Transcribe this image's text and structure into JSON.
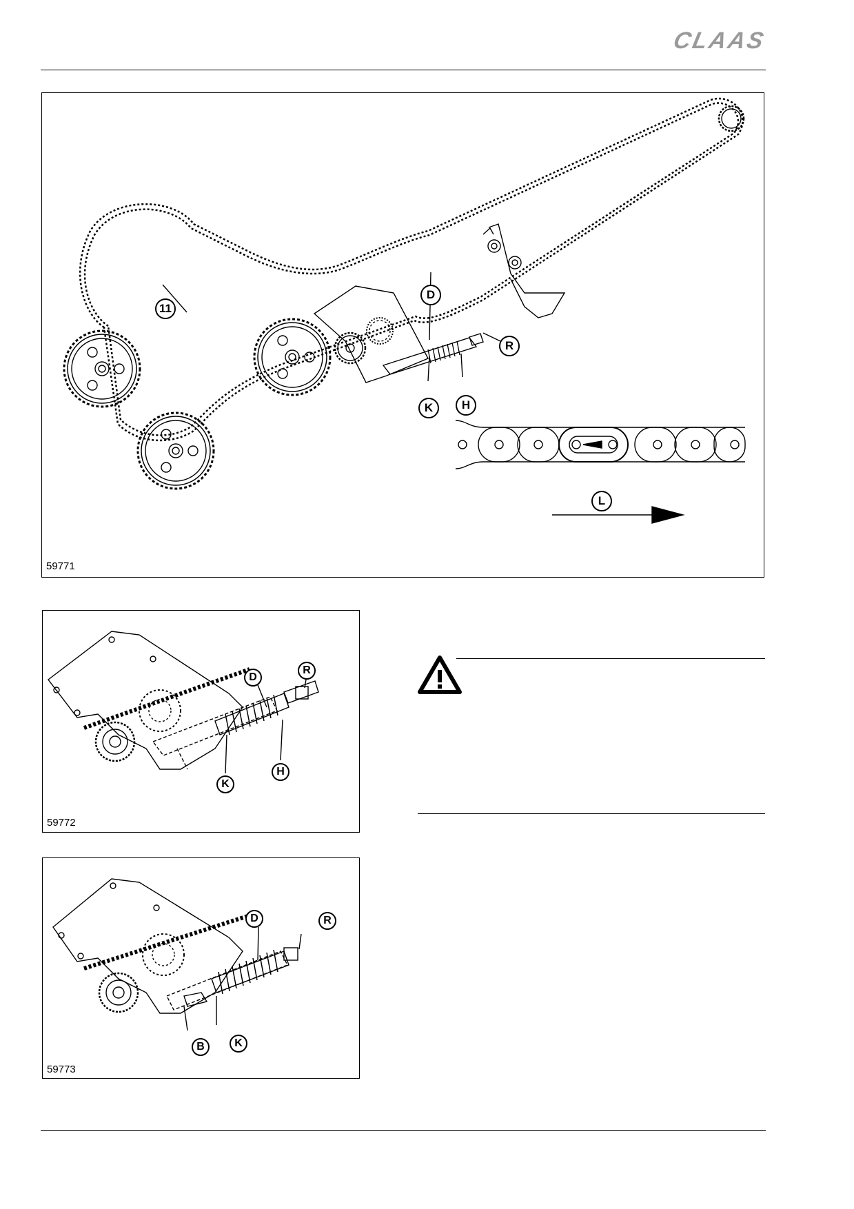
{
  "header": {
    "brand": "CLAAS"
  },
  "figures": [
    {
      "number": "59771",
      "callouts": [
        "11",
        "D",
        "R",
        "K",
        "H",
        "L"
      ]
    },
    {
      "number": "59772",
      "callouts": [
        "D",
        "R",
        "K",
        "H"
      ]
    },
    {
      "number": "59773",
      "callouts": [
        "D",
        "R",
        "B",
        "K"
      ]
    }
  ],
  "warning": {
    "icon": "warning-triangle-icon"
  }
}
